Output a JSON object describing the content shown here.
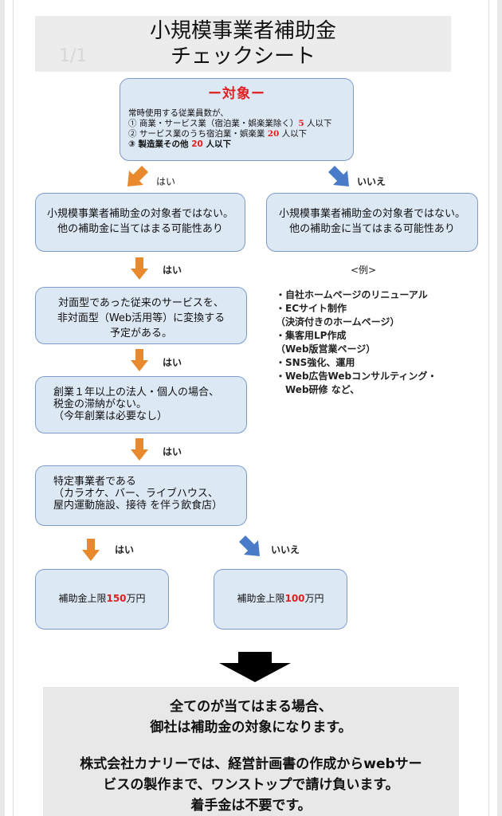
{
  "title": {
    "line1": "小規模事業者補助金",
    "line2": "チェックシート",
    "page_counter": "1/1"
  },
  "target": {
    "heading": "ー対象ー",
    "intro": "常時使用する従業員数が、",
    "items": [
      {
        "prefix": "①  商業・サービス業（宿泊業・娯楽業除く）",
        "number": "5",
        "suffix": " 人以下"
      },
      {
        "prefix": "②  サービス業のうち宿泊業・娯楽業 ",
        "number": "20",
        "suffix": " 人以下"
      },
      {
        "prefix": "③  製造業その他 ",
        "number": "20",
        "suffix": " 人以下"
      }
    ]
  },
  "flow": {
    "yes_label": "はい",
    "no_label": "いいえ",
    "not_target_line1": "小規模事業者補助金の対象者ではない。",
    "not_target_line2": "他の補助金に当てはまる可能性あり",
    "condition1": [
      "対面型であった従来のサービスを、",
      "非対面型（Web活用等）に変換する",
      "予定がある。"
    ],
    "condition2": [
      "創業１年以上の法人・個人の場合、",
      "税金の滞納がない。",
      "（今年創業は必要なし）"
    ],
    "condition3": [
      "特定事業者である",
      "（カラオケ、バー、ライブハウス、",
      "屋内運動施設、接待 を伴う飲食店）"
    ],
    "cap_high": {
      "prefix": "補助金上限",
      "amount": "150",
      "suffix": "万円"
    },
    "cap_low": {
      "prefix": "補助金上限",
      "amount": "100",
      "suffix": "万円"
    }
  },
  "examples": {
    "heading": "<例>",
    "items": [
      "・自社ホームページのリニューアル",
      "・ECサイト制作",
      "（決済付きのホームページ）",
      "・集客用LP作成",
      "（Web版営業ページ）",
      "・SNS強化、運用",
      "・Web広告Webコンサルティング・",
      "  Web研修 など、"
    ]
  },
  "footer": {
    "line1": "全てのが当てはまる場合、",
    "line2": "御社は補助金の対象になります。",
    "line3": "株式会社カナリーでは、経営計画書の作成からwebサー",
    "line4": "ビスの製作まで、ワンストップで請け負います。",
    "line5": "着手金は不要です。"
  },
  "colors": {
    "box_fill": "#dde8f5",
    "box_border": "#7e9bc7",
    "yes_arrow": "#e8892e",
    "no_arrow": "#4a7bc8",
    "accent_red": "#e02020"
  }
}
